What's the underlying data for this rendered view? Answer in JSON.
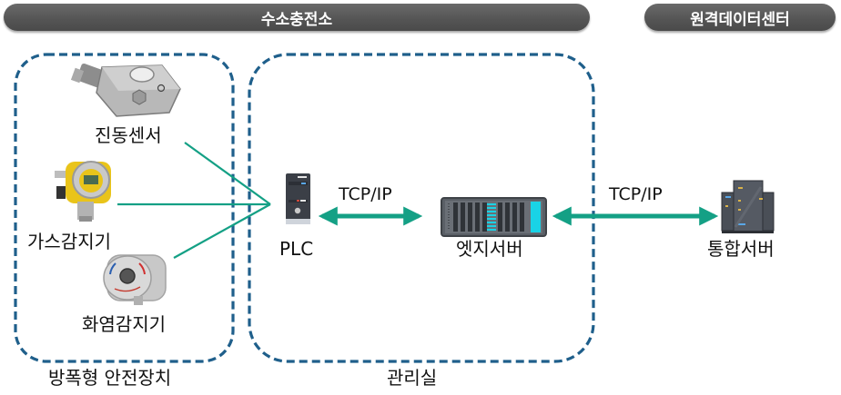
{
  "header": {
    "station_title": "수소충전소",
    "datacenter_title": "원격데이터센터"
  },
  "groups": {
    "safety_devices": "방폭형 안전장치",
    "control_room": "관리실"
  },
  "devices": {
    "vibration_sensor": "진동센서",
    "gas_detector": "가스감지기",
    "flame_detector": "화염감지기",
    "plc": "PLC",
    "edge_server": "엣지서버",
    "integrated_server": "통합서버"
  },
  "links": {
    "plc_to_edge": "TCP/IP",
    "edge_to_integrated": "TCP/IP"
  },
  "colors": {
    "header_bg": "#555555",
    "group_border": "#1f5f8b",
    "connector": "#14a085",
    "server_accent": "#19d3e6"
  }
}
